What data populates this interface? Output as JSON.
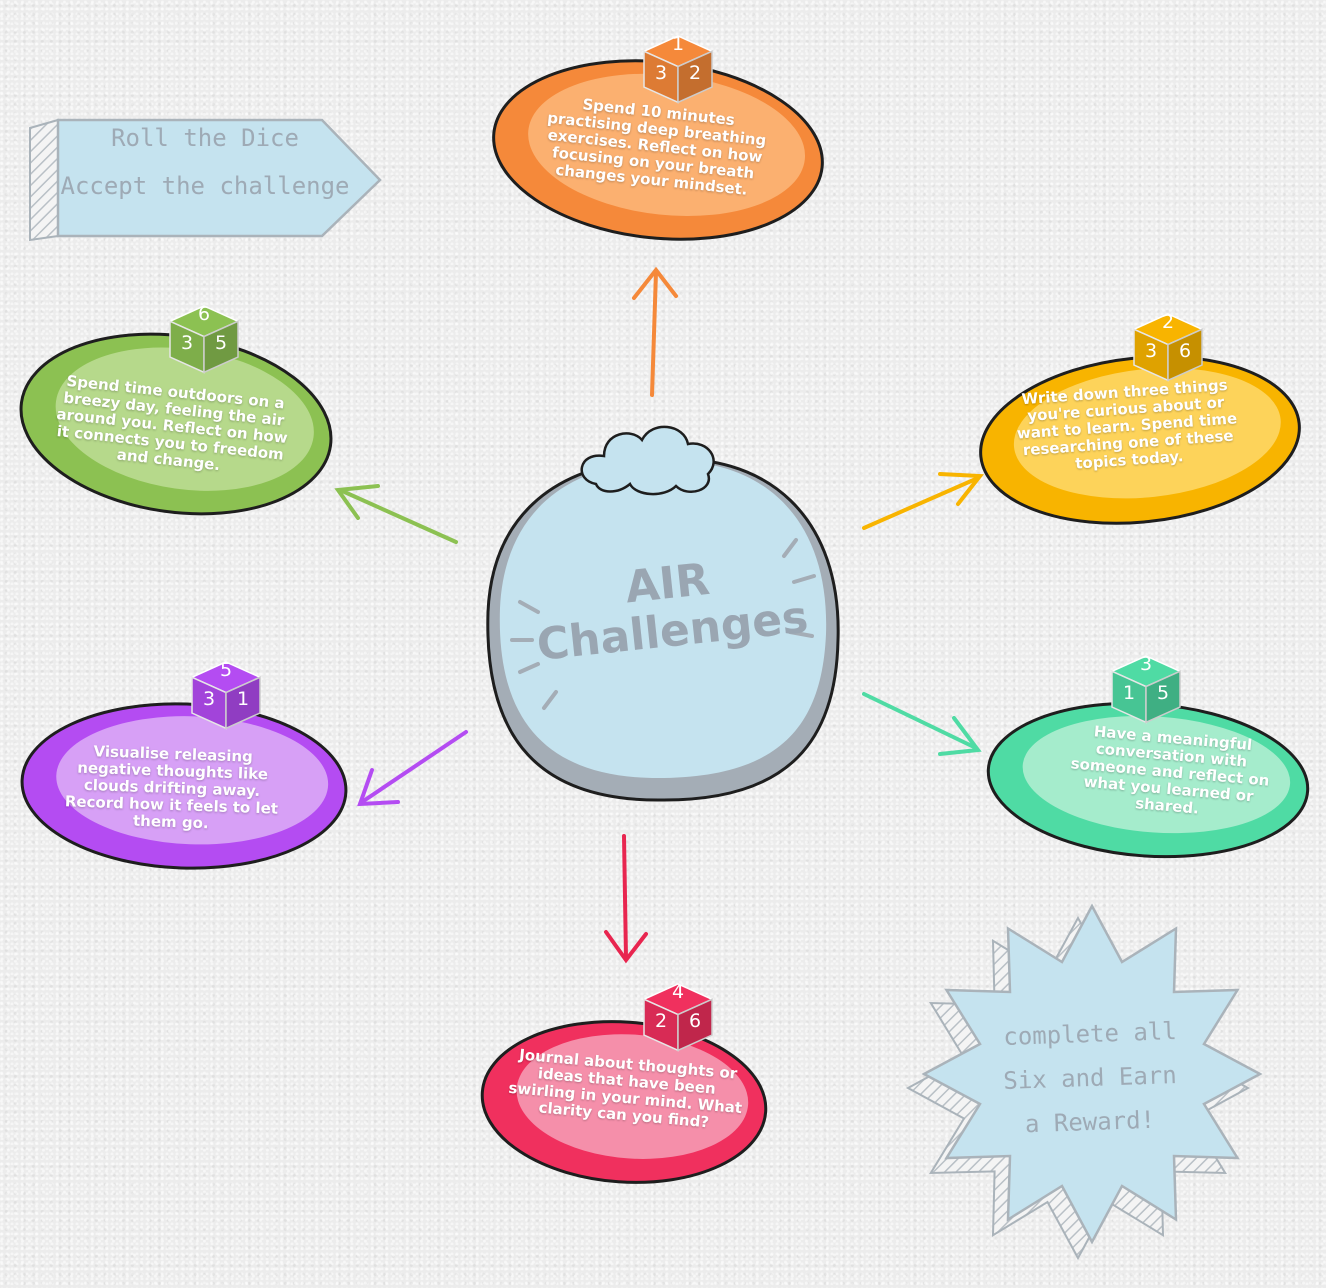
{
  "banner": {
    "line1": "Roll the Dice",
    "line2": "Accept the challenge"
  },
  "center": {
    "line1": "AIR",
    "line2": "Challenges"
  },
  "reward": {
    "line1": "complete all",
    "line2": "Six and Earn",
    "line3": "a Reward!"
  },
  "challenges": [
    {
      "id": "orange",
      "color": "#f5893a",
      "light": "#fbb070",
      "die": [
        "1",
        "3",
        "2"
      ],
      "text": "Spend 10 minutes practising deep breathing exercises. Reflect on how focusing on your breath changes your mindset."
    },
    {
      "id": "yellow",
      "color": "#f8b400",
      "light": "#fdd35a",
      "die": [
        "2",
        "3",
        "6"
      ],
      "text": "Write down three things you're curious about or want to learn. Spend time researching one of these topics today."
    },
    {
      "id": "teal",
      "color": "#4fdba4",
      "light": "#a5eccc",
      "die": [
        "3",
        "1",
        "5"
      ],
      "text": "Have a meaningful conversation with someone and reflect on what you learned or shared."
    },
    {
      "id": "pink",
      "color": "#f0305e",
      "light": "#f58faa",
      "die": [
        "4",
        "2",
        "6"
      ],
      "text": "Journal about thoughts or ideas that have been swirling in your mind. What clarity can you find?"
    },
    {
      "id": "purple",
      "color": "#b44cf2",
      "light": "#d7a0f6",
      "die": [
        "5",
        "3",
        "1"
      ],
      "text": "Visualise releasing negative thoughts like clouds drifting away. Record how it feels to let them go."
    },
    {
      "id": "green",
      "color": "#8cc152",
      "light": "#b6d98b",
      "die": [
        "6",
        "3",
        "5"
      ],
      "text": "Spend time outdoors on a breezy day, feeling the air around you. Reflect on how it connects you to freedom and change."
    }
  ]
}
